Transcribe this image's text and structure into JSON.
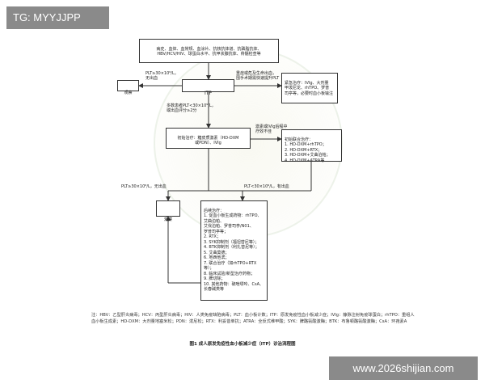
{
  "watermarks": {
    "top_left": "TG: MYYJJPP",
    "bottom_right": "www.2026shijian.com"
  },
  "boxes": {
    "top_tests": "病史、血体、血常规、血涂片、抗核抗体谱、抗磷脂抗体、\nHBV/HCV/HIV、球蛋白水平、抗甲状腺抗体、骨髓检查等",
    "itp": "ITP",
    "observe_1": "观察",
    "right_top": "紧急治疗：IVIg、大剂量\n甲泼尼龙、rhTPO、罗普\n司亭等，必要时血小板输注",
    "first_line": "初始治疗：糖皮质激素（HD-DXM\n或PDN）、IVIg",
    "combo": "初始联合治疗：\n1. HD-DXM+rhTPO；\n2. HD-DXM+RTX；\n3. HD-DXM+艾曲泊帕；\n4. HD-DXM+ATRA等",
    "observe_2": "观察",
    "second_line": "后续治疗：\n1. 促血小板生成药物：rhTPO、艾曲泊帕、\n   艾伐泊帕、罗普司亭/N01、\n   罗普司亭等；\n2. RTX；\n3. SYK抑制剂（福坦替尼等）；\n4. BTK抑制剂（利扎替尼等）；\n5. 艾曲莫德；\n6. 地西他滨；\n7. 联合治疗（如rhTPO+RTX等）；\n8. 临床试验/新型治疗药物；\n9. 脾切除；\n10. 其他药物：硫唑嘌呤、CsA、\n    长春碱类等"
  },
  "labels": {
    "plt_top": "PLT≥30×10⁹/L，\n无出血",
    "emergency": "重症或危及生命出血，\n围手术期需快速提升PLT",
    "plt_mid": "多数患者PLT<30×10⁹/L，\n或出血评分≥2分",
    "refractory": "激素或IVIg后程中\n疗效不佳",
    "plt_left": "PLT≥30×10⁹/L，无出血",
    "plt_right": "PLT<30×10⁹/L，有出血"
  },
  "note": "注：HBV：乙型肝炎病毒；HCV：丙型肝炎病毒；HIV：人类免疫缺陷病毒；PLT：血小板计数；ITP：原发免疫性血小板减少症；IVIg：静脉注射免疫球蛋白；rhTPO：重组人血小板生成素；HD-DXM：大剂量地塞米松；PDN：泼尼松；RTX：利妥昔单抗；ATRA：全反式维甲酸；SYK：脾酪氨酸激酶；BTK：布鲁顿酪氨酸激酶；CsA：环孢素A",
  "caption": "图1  成人原发免疫性血小板减少症（ITP）诊治流程图"
}
